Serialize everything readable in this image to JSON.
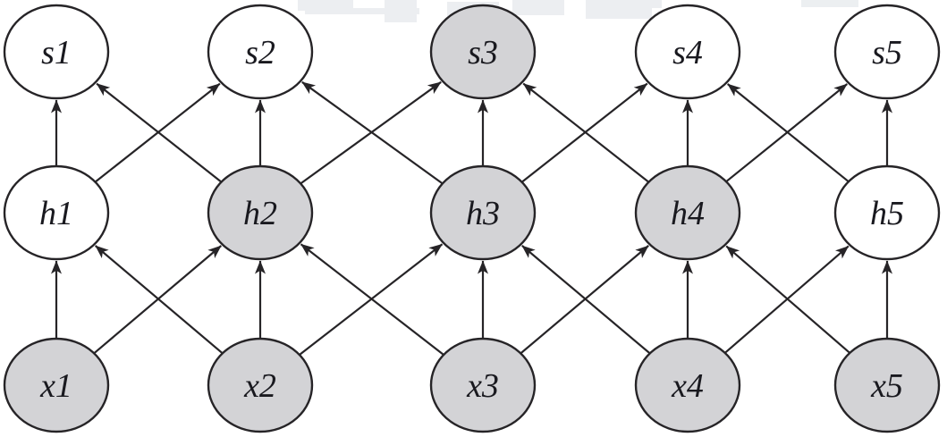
{
  "diagram": {
    "description": "Three-layer feed-forward network with sliding-window (neighbor) connections; each unit feeds the unit above it and its adjacent neighbors.",
    "layers": [
      {
        "name": "output-layer",
        "prefix": "s"
      },
      {
        "name": "hidden-layer",
        "prefix": "h"
      },
      {
        "name": "input-layer",
        "prefix": "x"
      }
    ]
  },
  "nodes": {
    "s": [
      {
        "id": "s1",
        "label": "s1",
        "shaded": false
      },
      {
        "id": "s2",
        "label": "s2",
        "shaded": false
      },
      {
        "id": "s3",
        "label": "s3",
        "shaded": true
      },
      {
        "id": "s4",
        "label": "s4",
        "shaded": false
      },
      {
        "id": "s5",
        "label": "s5",
        "shaded": false
      }
    ],
    "h": [
      {
        "id": "h1",
        "label": "h1",
        "shaded": false
      },
      {
        "id": "h2",
        "label": "h2",
        "shaded": true
      },
      {
        "id": "h3",
        "label": "h3",
        "shaded": true
      },
      {
        "id": "h4",
        "label": "h4",
        "shaded": true
      },
      {
        "id": "h5",
        "label": "h5",
        "shaded": false
      }
    ],
    "x": [
      {
        "id": "x1",
        "label": "x1",
        "shaded": true
      },
      {
        "id": "x2",
        "label": "x2",
        "shaded": true
      },
      {
        "id": "x3",
        "label": "x3",
        "shaded": true
      },
      {
        "id": "x4",
        "label": "x4",
        "shaded": true
      },
      {
        "id": "x5",
        "label": "x5",
        "shaded": true
      }
    ]
  },
  "edges": [
    {
      "from": "x1",
      "to": "h1"
    },
    {
      "from": "x1",
      "to": "h2"
    },
    {
      "from": "x2",
      "to": "h1"
    },
    {
      "from": "x2",
      "to": "h2"
    },
    {
      "from": "x2",
      "to": "h3"
    },
    {
      "from": "x3",
      "to": "h2"
    },
    {
      "from": "x3",
      "to": "h3"
    },
    {
      "from": "x3",
      "to": "h4"
    },
    {
      "from": "x4",
      "to": "h3"
    },
    {
      "from": "x4",
      "to": "h4"
    },
    {
      "from": "x4",
      "to": "h5"
    },
    {
      "from": "x5",
      "to": "h4"
    },
    {
      "from": "x5",
      "to": "h5"
    },
    {
      "from": "h1",
      "to": "s1"
    },
    {
      "from": "h1",
      "to": "s2"
    },
    {
      "from": "h2",
      "to": "s1"
    },
    {
      "from": "h2",
      "to": "s2"
    },
    {
      "from": "h2",
      "to": "s3"
    },
    {
      "from": "h3",
      "to": "s2"
    },
    {
      "from": "h3",
      "to": "s3"
    },
    {
      "from": "h3",
      "to": "s4"
    },
    {
      "from": "h4",
      "to": "s3"
    },
    {
      "from": "h4",
      "to": "s4"
    },
    {
      "from": "h4",
      "to": "s5"
    },
    {
      "from": "h5",
      "to": "s4"
    },
    {
      "from": "h5",
      "to": "s5"
    }
  ],
  "colors": {
    "shaded_fill": "#d3d3d6",
    "plain_fill": "#ffffff",
    "stroke": "#262427",
    "label": "#19191f",
    "background": "#ffffff"
  }
}
